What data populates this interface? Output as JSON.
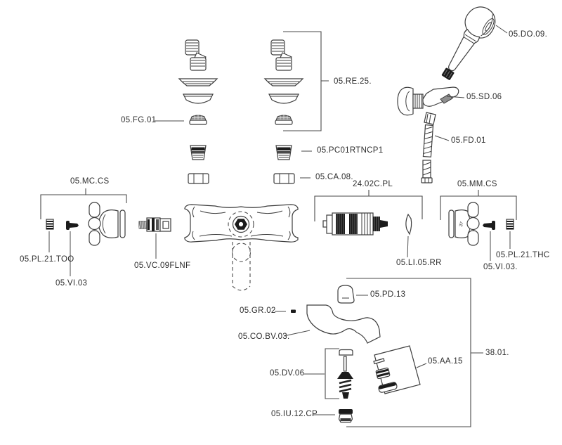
{
  "colors": {
    "background": "#ffffff",
    "line": "#3d3d3d",
    "dark_fill": "#1b1b1b",
    "label_text": "#2e2e2e"
  },
  "parts": {
    "do09": "05.DO.09.",
    "re25": "05.RE.25.",
    "sd06": "05.SD.06",
    "fd01": "05.FD.01",
    "fg01": "05.FG.01",
    "pc01": "05.PC01RTNCP1",
    "ca08": "05.CA.08.",
    "c2402": "24.02C.PL",
    "mmcs": "05.MM.CS",
    "mccs": "05.MC.CS",
    "pl21too": "05.PL.21.TOO",
    "vi03l": "05.VI.03",
    "vc09": "05.VC.09FLNF",
    "li05": "05.LI.05.RR",
    "vi03r": "05.VI.03.",
    "pl21thc": "05.PL.21.THC",
    "pd13": "05.PD.13",
    "gr02": "05.GR.02",
    "cobv03": "05.CO.BV.03.",
    "aa15": "05.AA.15",
    "dv06": "05.DV.06",
    "iu12": "05.IU.12.CP",
    "p3801": "38.01."
  },
  "markings": {
    "handle_stamp": "37"
  }
}
